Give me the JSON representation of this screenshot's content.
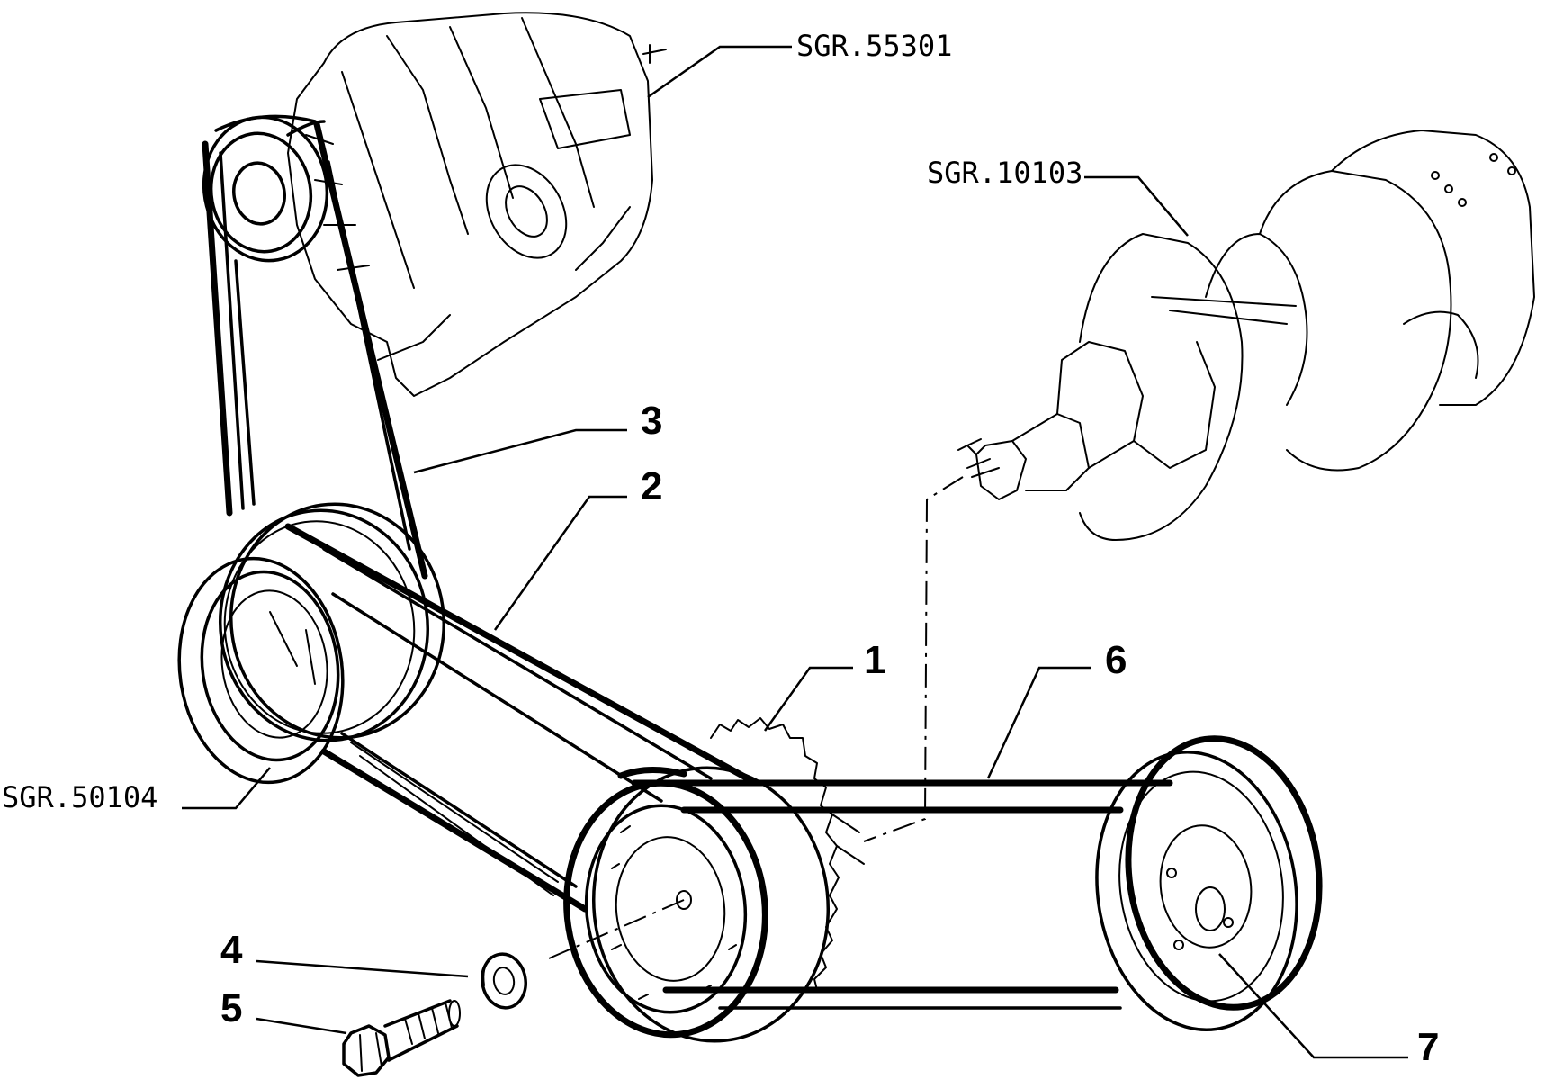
{
  "callouts": {
    "n1": "1",
    "n2": "2",
    "n3": "3",
    "n4": "4",
    "n5": "5",
    "n6": "6",
    "n7": "7"
  },
  "references": {
    "alternator": "SGR.55301",
    "crankshaft": "SGR.10103",
    "pump_pulley": "SGR.50104"
  }
}
